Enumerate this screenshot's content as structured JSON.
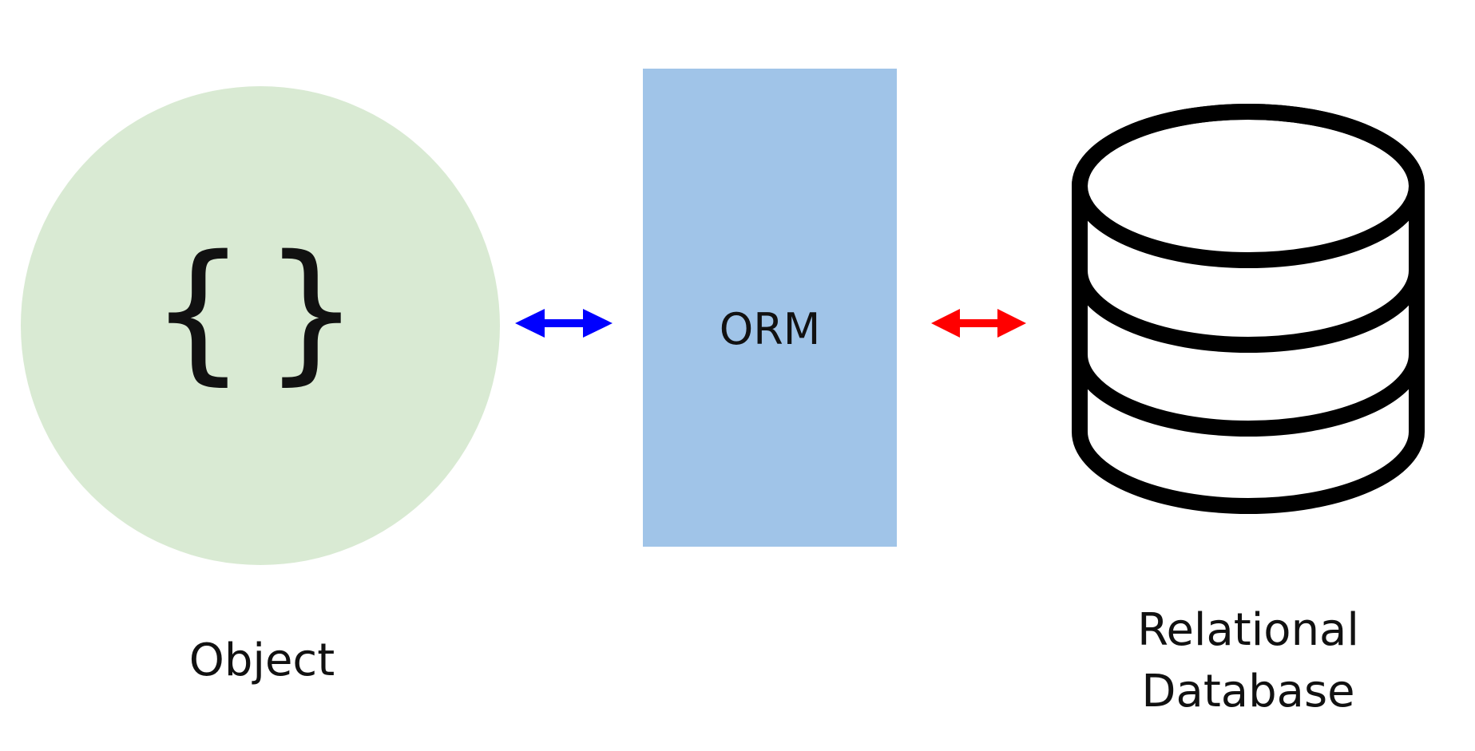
{
  "nodes": {
    "object": {
      "symbol_left": "{",
      "symbol_right": "}",
      "label": "Object",
      "fill": "#d9ead3"
    },
    "orm": {
      "label": "ORM",
      "fill": "#a0c4e8"
    },
    "database": {
      "label_line1": "Relational",
      "label_line2": "Database",
      "stroke": "#000000"
    }
  },
  "connectors": {
    "object_orm": {
      "color": "#0000ff",
      "direction": "bidirectional"
    },
    "orm_database": {
      "color": "#ff0000",
      "direction": "bidirectional"
    }
  }
}
